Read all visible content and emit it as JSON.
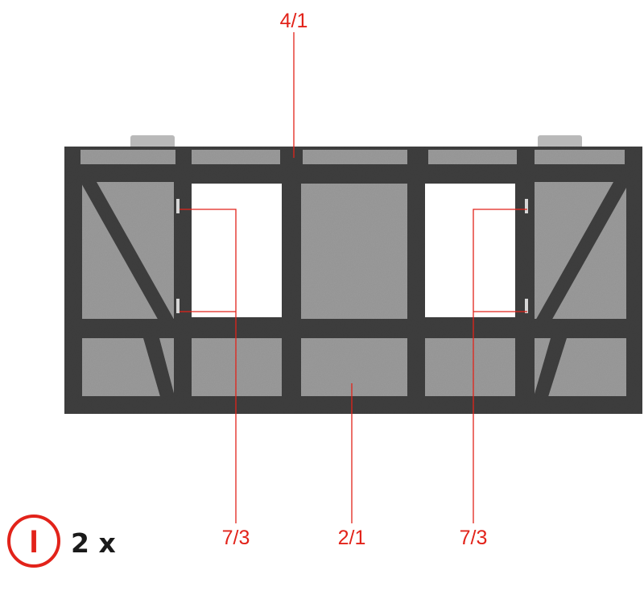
{
  "diagram": {
    "top_label": "4/1",
    "bottom_labels": [
      "7/3",
      "2/1",
      "7/3"
    ],
    "step_marker": "I",
    "quantity": "2 x",
    "colors": {
      "callout": "#e2231a",
      "timber": "#3e3e3e",
      "panel": "#9a9a9a",
      "opening": "#ffffff",
      "tab": "#b9b9b9",
      "text": "#1a1a1a"
    }
  }
}
